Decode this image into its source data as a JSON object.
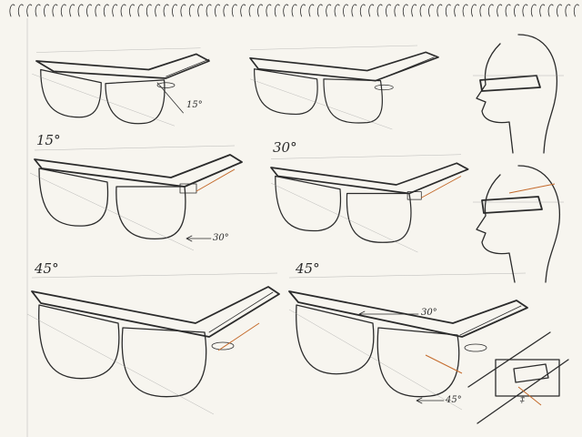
{
  "sheet": {
    "background": "#f7f5ef",
    "ink": "#2b2b2b",
    "accent": "#c46a2b"
  },
  "labels": {
    "row1_dim": "15°",
    "row2_title": "15°",
    "row2_dim": "30°",
    "row2b_title": "30°",
    "row3_title_left": "45°",
    "row3_title_right": "45°",
    "row3_dim_right": "30°",
    "row3_dim_bottom": "45°",
    "detail_mark": "‡"
  },
  "icons": {
    "binding": "spiral-binding-icon",
    "head": "head-profile-icon",
    "glasses": "eyeglasses-sketch-icon"
  }
}
